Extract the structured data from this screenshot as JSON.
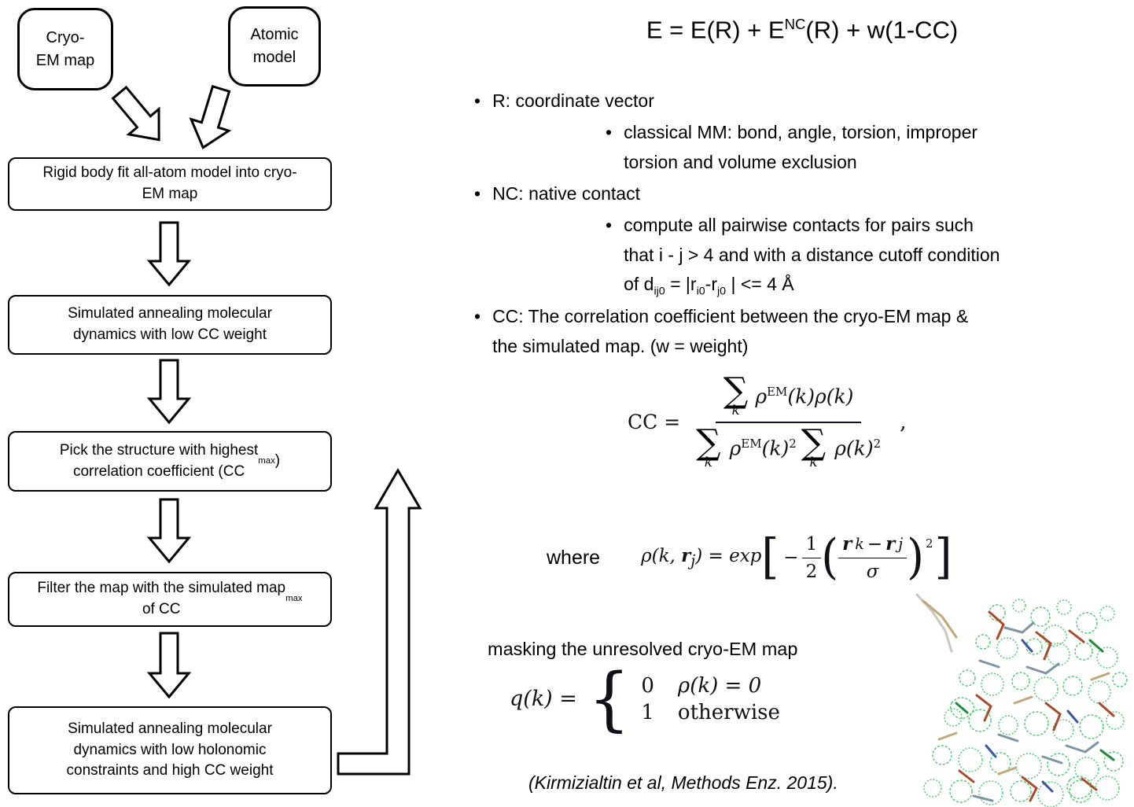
{
  "colors": {
    "ink": "#000000",
    "density_green": "#27c24c"
  },
  "flowchart": {
    "cryo_box": "Cryo-\nEM map",
    "atomic_box": "Atomic\nmodel",
    "steps": [
      {
        "segments": [
          {
            "t": "Rigid body fit all-atom model into cryo-\nEM map"
          }
        ]
      },
      {
        "segments": [
          {
            "t": "Simulated annealing molecular\ndynamics with low CC weight"
          }
        ]
      },
      {
        "segments": [
          {
            "t": "Pick the structure with highest\ncorrelation coefficient (CC"
          },
          {
            "t": "max",
            "s": "sub"
          },
          {
            "t": ")"
          }
        ]
      },
      {
        "segments": [
          {
            "t": "Filter the map with the simulated map\nof CC"
          },
          {
            "t": "max",
            "s": "sub"
          }
        ]
      },
      {
        "segments": [
          {
            "t": "Simulated annealing molecular\ndynamics with low holonomic\nconstraints and high CC weight"
          }
        ]
      }
    ]
  },
  "equation_title": {
    "segments": [
      {
        "t": "E = E(R) + E"
      },
      {
        "t": "NC",
        "s": "sup"
      },
      {
        "t": "(R) + w(1-CC)"
      }
    ]
  },
  "bullets": {
    "marker": "•",
    "items": [
      {
        "text": "R: coordinate vector"
      },
      {
        "text": "classical MM: bond, angle, torsion, improper\ntorsion and volume exclusion"
      },
      {
        "text": "NC: native contact"
      },
      {
        "segments": [
          {
            "t": "compute all pairwise contacts for pairs such\nthat i - j > 4 and with a distance cutoff condition\nof d"
          },
          {
            "t": "ij0",
            "s": "sub"
          },
          {
            "t": " = |r"
          },
          {
            "t": "i0",
            "s": "sub"
          },
          {
            "t": "-r"
          },
          {
            "t": "j0",
            "s": "sub"
          },
          {
            "t": " | <= 4 Å"
          }
        ]
      },
      {
        "text": "CC: The correlation coefficient between the cryo-EM map &\nthe simulated map. (w = weight)"
      }
    ]
  },
  "cc_equation": {
    "lhs": "CC =",
    "sum": "∑",
    "sum_sub": "k",
    "numerator": [
      {
        "t": "ρ"
      },
      {
        "t": "EM",
        "s": "sup"
      },
      {
        "t": "(k)ρ(k)"
      }
    ],
    "den1": [
      {
        "t": "ρ"
      },
      {
        "t": "EM",
        "s": "sup"
      },
      {
        "t": "(k)"
      },
      {
        "t": "2",
        "s": "sup"
      }
    ],
    "den2": [
      {
        "t": "ρ(k)"
      },
      {
        "t": "2",
        "s": "sup"
      }
    ],
    "comma": ","
  },
  "rho_equation": {
    "where_label": "where",
    "lhs": [
      {
        "t": "ρ(k, "
      },
      {
        "t": "r",
        "s": "b"
      },
      {
        "t": "j",
        "s": "sub"
      },
      {
        "t": ") = exp"
      }
    ],
    "lbracket": "[",
    "minus": "−",
    "half_num": "1",
    "half_den": "2",
    "lparen": "(",
    "inner_num": [
      {
        "t": "r",
        "s": "b"
      },
      {
        "t": "k",
        "s": "sub"
      },
      {
        "t": " − "
      },
      {
        "t": "r",
        "s": "b"
      },
      {
        "t": "j",
        "s": "sub"
      }
    ],
    "inner_den": "σ",
    "rparen": ")",
    "exponent": "2",
    "rbracket": "]"
  },
  "masking_note": "masking the unresolved cryo-EM map",
  "q_equation": {
    "lhs": "q(k) =",
    "brace": "{",
    "rows": [
      {
        "value": "0",
        "cond": "ρ(k) = 0"
      },
      {
        "value": "1",
        "cond": "otherwise"
      }
    ]
  },
  "citation": "(Kirmizialtin et al, Methods Enz. 2015)."
}
